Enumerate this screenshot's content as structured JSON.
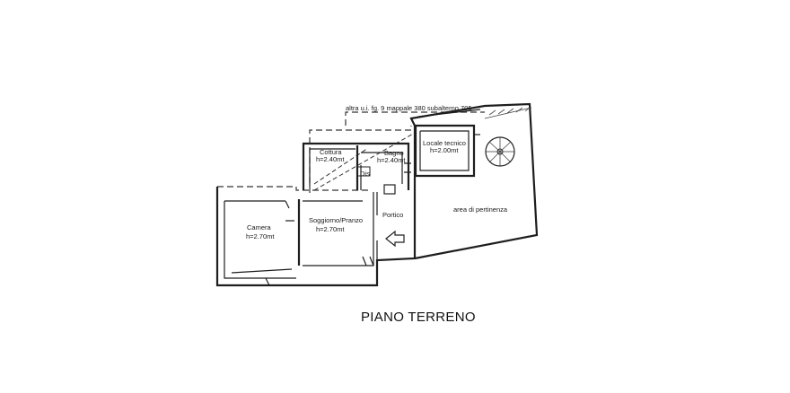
{
  "plan": {
    "title": "PIANO TERRENO",
    "note_neighbor": "altra u.i. fg. 9 mappale 380 subalterno 705",
    "rooms": {
      "cottura": {
        "name": "Cottura",
        "height": "h=2.40mt"
      },
      "bagno": {
        "name": "Bagno",
        "height": "h=2.40mt"
      },
      "locale_tecnico": {
        "name": "Locale tecnico",
        "height": "h=2.00mt"
      },
      "dis": {
        "name": "Dis"
      },
      "camera": {
        "name": "Camera",
        "height": "h=2.70mt"
      },
      "soggiorno": {
        "name": "Soggiorno/Pranzo",
        "height": "h=2.70mt"
      },
      "portico": {
        "name": "Portico"
      },
      "area": {
        "name": "area di pertinenza"
      }
    }
  }
}
